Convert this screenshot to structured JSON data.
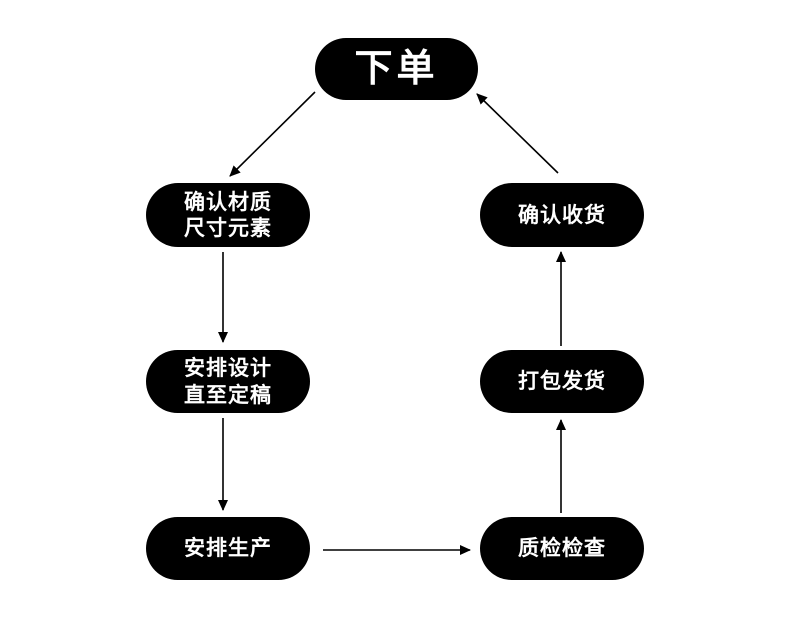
{
  "nodes": {
    "order": {
      "label": "下单"
    },
    "confirm_material": {
      "line1": "确认材质",
      "line2": "尺寸元素"
    },
    "arrange_design": {
      "line1": "安排设计",
      "line2": "直至定稿"
    },
    "arrange_production": {
      "label": "安排生产"
    },
    "quality_check": {
      "label": "质检检查"
    },
    "pack_ship": {
      "label": "打包发货"
    },
    "confirm_receipt": {
      "label": "确认收货"
    }
  },
  "colors": {
    "node_fill": "#000000",
    "node_text": "#ffffff",
    "arrow": "#000000",
    "background": "#ffffff"
  }
}
